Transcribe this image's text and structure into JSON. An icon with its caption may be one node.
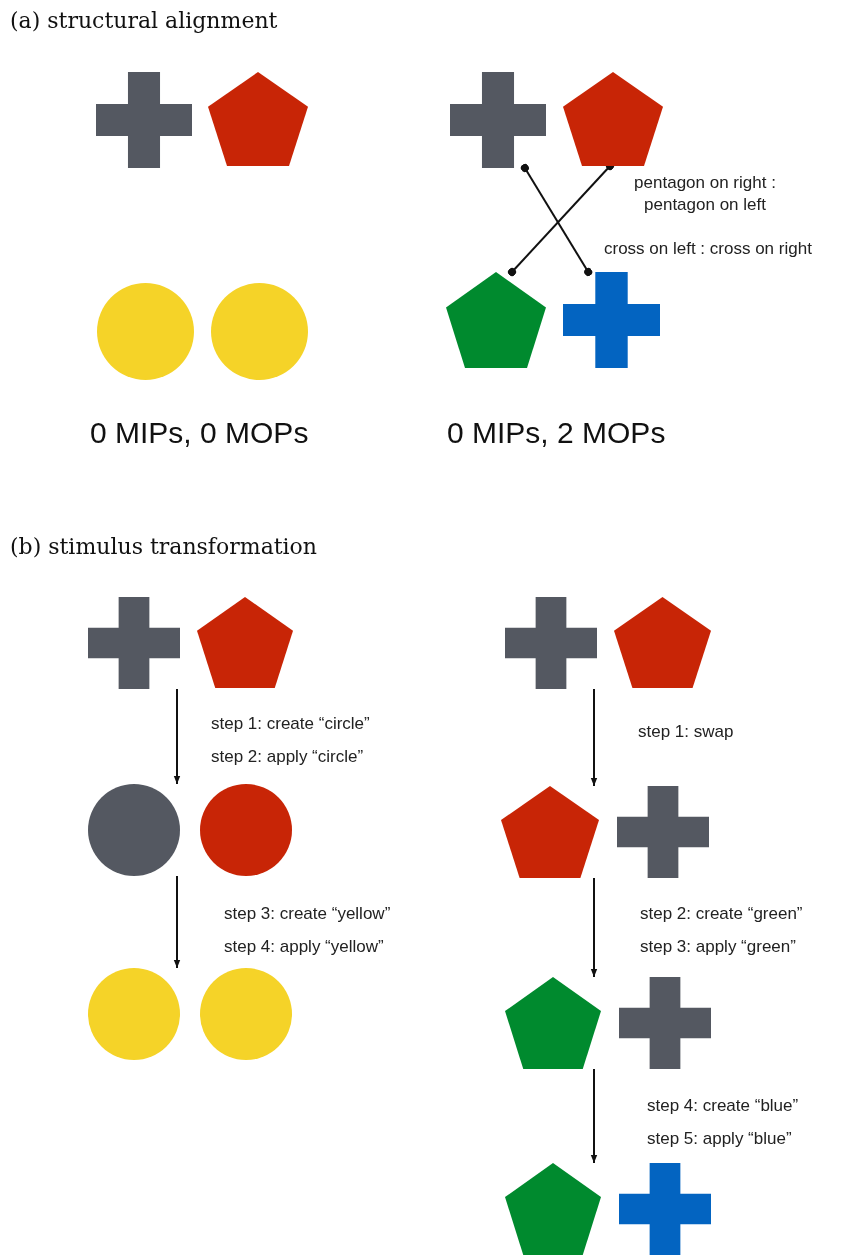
{
  "diagram": {
    "nodes": [
      {
        "text": [],
        "shape": "cross"
      },
      {
        "text": [],
        "shape": "pentagon"
      },
      {
        "text": [],
        "shape": "circle"
      },
      {
        "text": [],
        "shape": "circle"
      },
      {
        "text": [],
        "shape": "cross"
      },
      {
        "text": [],
        "shape": "pentagon"
      },
      {
        "text": [],
        "shape": "pentagon"
      },
      {
        "text": [],
        "shape": "cross"
      },
      {
        "text": [],
        "shape": "cross"
      },
      {
        "text": [],
        "shape": "pentagon"
      },
      {
        "text": [],
        "shape": "circle"
      },
      {
        "text": [],
        "shape": "circle"
      },
      {
        "text": [],
        "shape": "circle"
      },
      {
        "text": [],
        "shape": "circle"
      },
      {
        "text": [],
        "shape": "cross"
      },
      {
        "text": [],
        "shape": "pentagon"
      },
      {
        "text": [],
        "shape": "pentagon"
      },
      {
        "text": [],
        "shape": "cross"
      },
      {
        "text": [],
        "shape": "pentagon"
      },
      {
        "text": [],
        "shape": "cross"
      },
      {
        "text": [],
        "shape": "pentagon"
      },
      {
        "text": [],
        "shape": "cross"
      }
    ],
    "edges": [
      {
        "from": 5,
        "to": 6,
        "arrow": "other",
        "label": "pentagon on right : pentagon on left"
      },
      {
        "from": 4,
        "to": 7,
        "arrow": "other",
        "label": "cross on left : cross on right"
      },
      {
        "from": 8,
        "to": 10,
        "arrow": "to",
        "label": "step 1: create “circle” step 2: apply “circle”"
      },
      {
        "from": 10,
        "to": 12,
        "arrow": "to",
        "label": "step 3: create “yellow” step 4: apply “yellow”"
      },
      {
        "from": 14,
        "to": 16,
        "arrow": "to",
        "label": "step 1: swap"
      },
      {
        "from": 16,
        "to": 18,
        "arrow": "to",
        "label": "step 2: create “green” step 3: apply “green”"
      },
      {
        "from": 18,
        "to": 20,
        "arrow": "to",
        "label": "step 4: create “blue” step 5: apply “blue”"
      }
    ],
    "labels": [
      "(a) structural alignment",
      "0 MIPs, 0 MOPs",
      "0 MIPs, 2 MOPs",
      "(b) stimulus transformation"
    ]
  }
}
